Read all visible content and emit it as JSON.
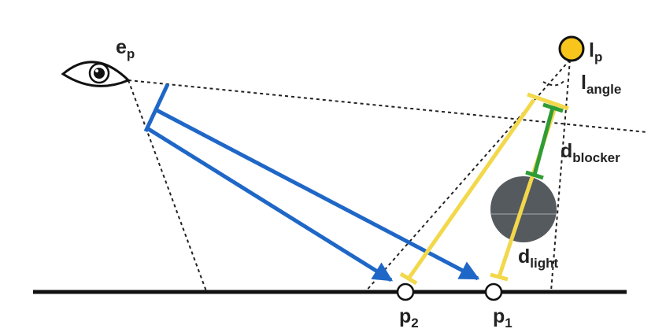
{
  "labels": {
    "eye": {
      "main": "e",
      "sub": "p"
    },
    "light": {
      "main": "l",
      "sub": "p"
    },
    "angle": {
      "main": "l",
      "sub": "angle"
    },
    "blocker": {
      "main": "d",
      "sub": "blocker"
    },
    "dlight": {
      "main": "d",
      "sub": "light"
    },
    "p2": {
      "main": "p",
      "sub": "2"
    },
    "p1": {
      "main": "p",
      "sub": "1"
    }
  },
  "icons": {
    "eye": "eye-icon",
    "light": "light-source-circle",
    "occluder": "occluder-sphere"
  },
  "colors": {
    "ray_blue": "#1f67c7",
    "light_yellow": "#f2d84a",
    "blocker_green": "#2f9c36",
    "light_fill": "#f7c51b",
    "occluder": "#555a5f",
    "ground": "#111111",
    "dashes": "#222222"
  }
}
